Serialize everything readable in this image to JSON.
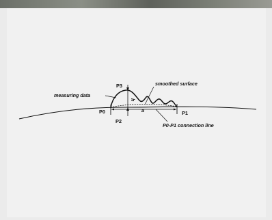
{
  "diagram": {
    "labels": {
      "measuring_data": "measuring data",
      "smoothed_surface": "smoothed surface",
      "connection_line": "P0-P1 connection line",
      "p0": "P0",
      "p1": "P1",
      "p2": "P2",
      "p3": "P3",
      "h": "h",
      "a": "a"
    }
  }
}
